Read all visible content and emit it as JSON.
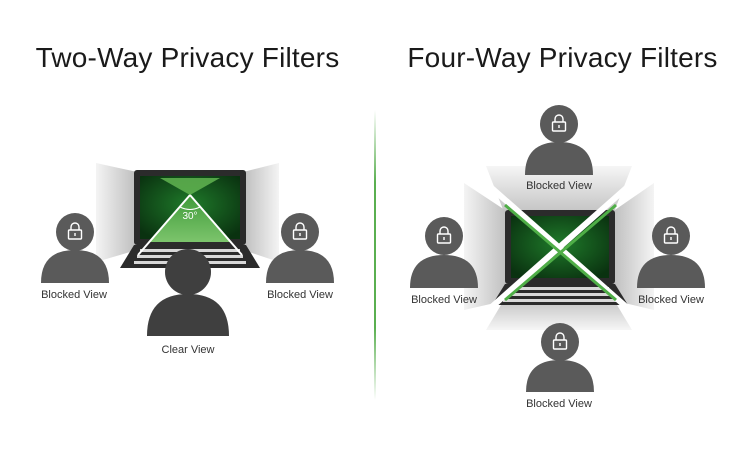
{
  "left_panel": {
    "title": "Two-Way Privacy Filters",
    "angle_label": "30°",
    "labels": {
      "left_viewer": "Blocked View",
      "right_viewer": "Blocked View",
      "front_viewer": "Clear View"
    }
  },
  "right_panel": {
    "title": "Four-Way Privacy Filters",
    "labels": {
      "top_viewer": "Blocked View",
      "left_viewer": "Blocked View",
      "right_viewer": "Blocked View",
      "bottom_viewer": "Blocked View"
    }
  },
  "colors": {
    "accent_green": "#5aaf50",
    "person_gray": "#5a5a5a",
    "laptop_dark": "#2b2b2b",
    "screen_green": "#0f4a18"
  }
}
